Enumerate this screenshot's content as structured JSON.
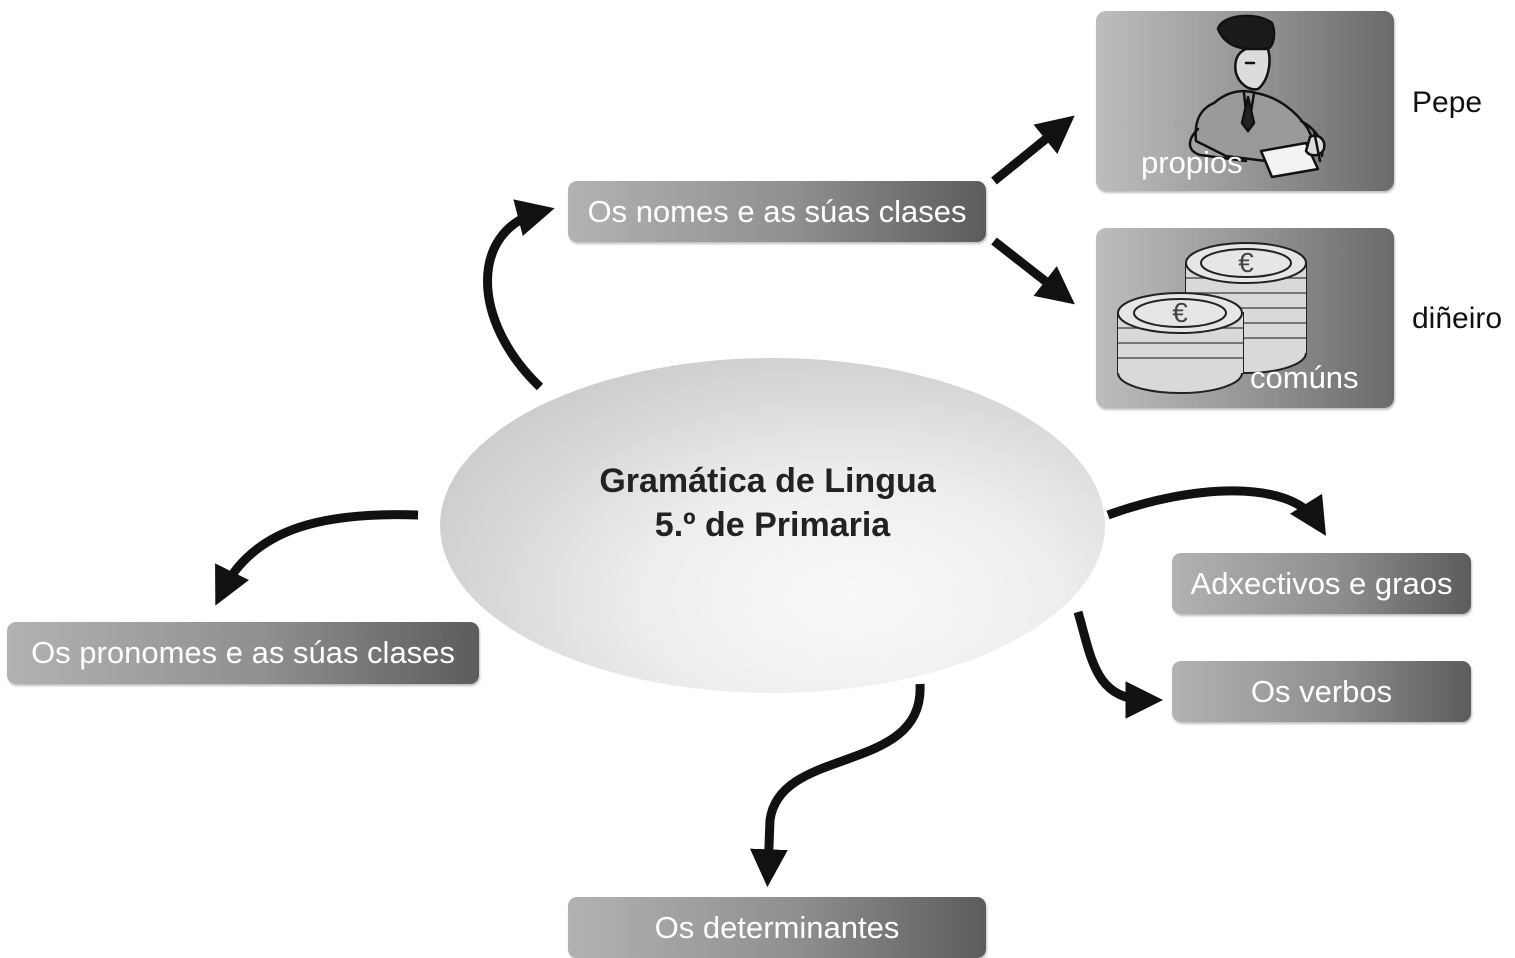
{
  "center": {
    "line1": "Gramática de Lingua",
    "line2": "5.º de Primaria"
  },
  "boxes": {
    "nomes": "Os nomes e as súas clases",
    "pronomes": "Os pronomes e as súas clases",
    "adxectivos": "Adxectivos e graos",
    "verbos": "Os verbos",
    "determinantes": "Os determinantes"
  },
  "cards": {
    "propios": {
      "label": "propios",
      "example": "Pepe",
      "icon": "man-writing-icon"
    },
    "comuns": {
      "label": "comúns",
      "example": "diñeiro",
      "icon": "euro-coins-icon"
    }
  }
}
